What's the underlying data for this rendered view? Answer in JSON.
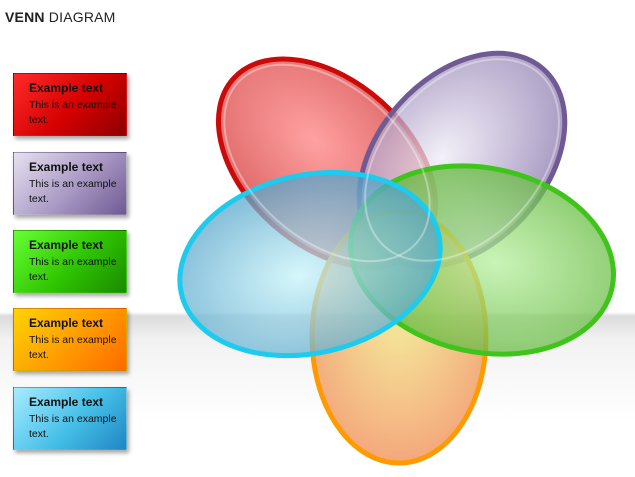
{
  "title": {
    "bold": "VENN",
    "rest": " DIAGRAM"
  },
  "cards": [
    {
      "heading": "Example text",
      "body": "This is an example text.",
      "color": "#d40000"
    },
    {
      "heading": "Example text",
      "body": "This is an example text.",
      "color": "#8e7cb0"
    },
    {
      "heading": "Example text",
      "body": "This is an example text.",
      "color": "#2ec400"
    },
    {
      "heading": "Example text",
      "body": "This is an example text.",
      "color": "#ff9a00"
    },
    {
      "heading": "Example text",
      "body": "This is an example text.",
      "color": "#45bfe8"
    }
  ],
  "petals": [
    {
      "name": "red",
      "stroke": "#cc0000",
      "fill": "#e84848"
    },
    {
      "name": "purple",
      "stroke": "#6f5a93",
      "fill": "#b0a4c8"
    },
    {
      "name": "green",
      "stroke": "#3cc41a",
      "fill": "#7fcc55"
    },
    {
      "name": "orange",
      "stroke": "#ff9a00",
      "fill": "#f0b050"
    },
    {
      "name": "cyan",
      "stroke": "#22ccee",
      "fill": "#6cc0dc"
    }
  ]
}
